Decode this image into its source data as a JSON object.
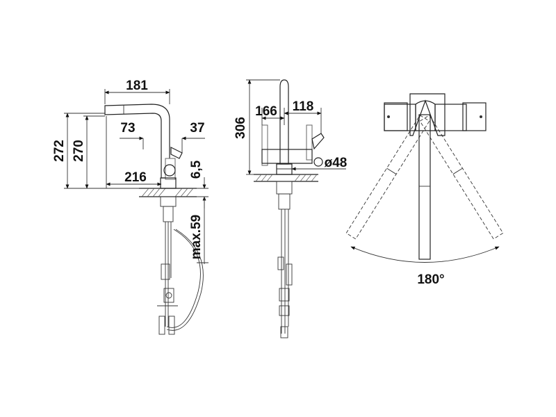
{
  "drawing": {
    "side_view": {
      "dim_181": "181",
      "dim_73": "73",
      "dim_37": "37",
      "dim_272": "272",
      "dim_270": "270",
      "dim_216": "216",
      "dim_6_5": "6,5",
      "dim_max59": "max.59"
    },
    "front_view": {
      "dim_306": "306",
      "dim_166": "166",
      "dim_118": "118",
      "dim_d48": "ø48"
    },
    "top_view": {
      "angle": "180°"
    }
  }
}
